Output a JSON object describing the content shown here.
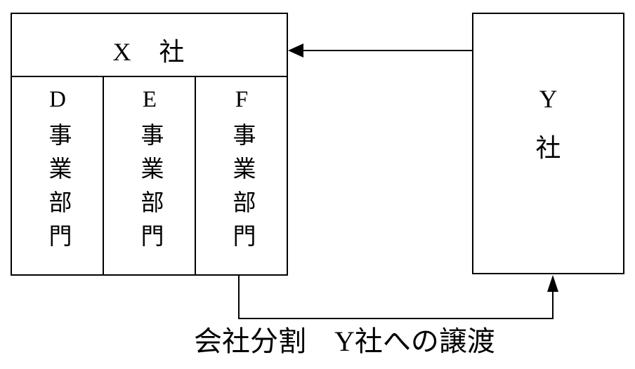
{
  "colors": {
    "line": "#000000",
    "background": "#ffffff",
    "text": "#000000"
  },
  "x_company": {
    "title": "X　社",
    "divisions": [
      {
        "text": "D事業部門"
      },
      {
        "text": "E事業部門"
      },
      {
        "text": "F事業部門"
      }
    ]
  },
  "y_company": {
    "line1": "Y",
    "line2": "社"
  },
  "caption": {
    "text": "会社分割　Y社への譲渡"
  },
  "arrows": [
    {
      "name": "arrow-y-to-x",
      "from": "Y社",
      "to": "X社",
      "direction": "left"
    },
    {
      "name": "arrow-split-to-y",
      "from": "F事業部門",
      "to": "Y社",
      "direction": "down-right-up"
    }
  ]
}
